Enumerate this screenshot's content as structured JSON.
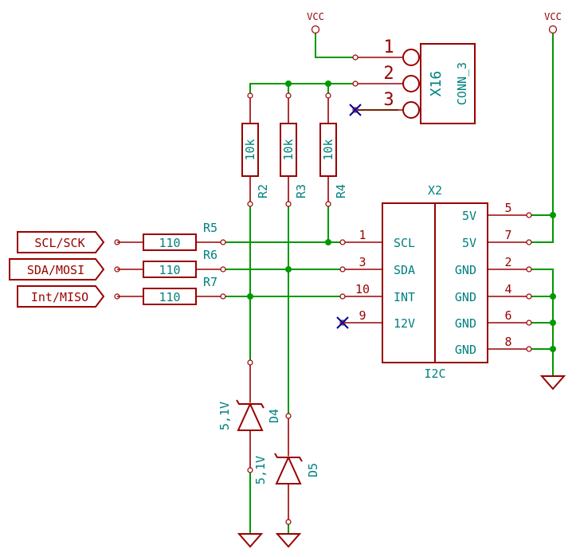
{
  "power": {
    "vcc_left": "VCC",
    "vcc_right": "VCC"
  },
  "connector": {
    "ref": "X16",
    "value": "CONN_3",
    "pins": [
      "1",
      "2",
      "3"
    ]
  },
  "pullups": [
    {
      "ref": "R2",
      "value": "10k"
    },
    {
      "ref": "R3",
      "value": "10k"
    },
    {
      "ref": "R4",
      "value": "10k"
    }
  ],
  "series": [
    {
      "ref": "R5",
      "value": "110"
    },
    {
      "ref": "R6",
      "value": "110"
    },
    {
      "ref": "R7",
      "value": "110"
    }
  ],
  "labels": [
    "SCL/SCK",
    "SDA/MOSI",
    "Int/MISO"
  ],
  "ic": {
    "ref": "X2",
    "value": "I2C",
    "left_pins": [
      {
        "num": "1",
        "name": "SCL"
      },
      {
        "num": "3",
        "name": "SDA"
      },
      {
        "num": "10",
        "name": "INT"
      },
      {
        "num": "9",
        "name": "12V"
      }
    ],
    "right_pins": [
      {
        "num": "5",
        "name": "5V"
      },
      {
        "num": "7",
        "name": "5V"
      },
      {
        "num": "2",
        "name": "GND"
      },
      {
        "num": "4",
        "name": "GND"
      },
      {
        "num": "6",
        "name": "GND"
      },
      {
        "num": "8",
        "name": "GND"
      }
    ]
  },
  "diodes": [
    {
      "ref": "D4",
      "value": "5,1V"
    },
    {
      "ref": "D5",
      "value": "5,1V"
    }
  ],
  "colors": {
    "wire": "#009900",
    "component": "#990000",
    "text": "#008080",
    "no_connect": "#000099"
  }
}
